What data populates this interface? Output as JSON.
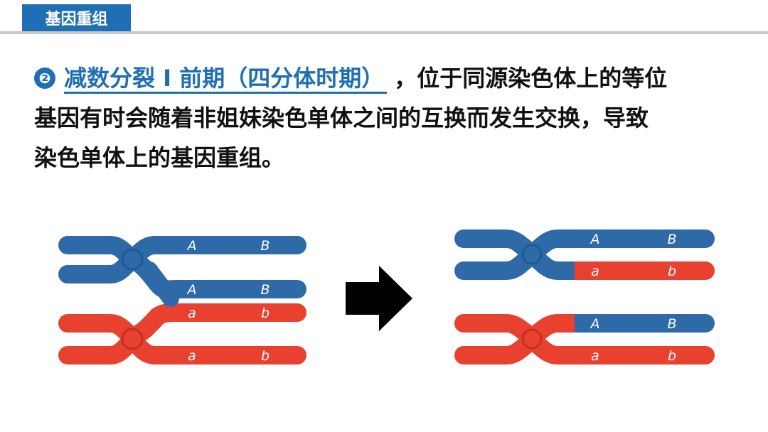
{
  "header": {
    "title": "基因重组"
  },
  "content": {
    "badge": "❷",
    "phase": "减数分裂 I 前期（四分体时期）",
    "line1_rest": "，位于同源染色体上的等位",
    "line2": "基因有时会随着非姐妹染色单体之间的互换而发生交换，导致",
    "line3": "染色单体上的基因重组。"
  },
  "diagram": {
    "colors": {
      "blue": "#2e6aa8",
      "red": "#e8412f"
    },
    "before": {
      "blue_top": [
        "A",
        "B"
      ],
      "blue_crossed": [
        "A",
        "B"
      ],
      "red_crossed": [
        "a",
        "b"
      ],
      "red_bottom": [
        "a",
        "b"
      ]
    },
    "after": {
      "blue_top": [
        "A",
        "B"
      ],
      "blue_recombinant": [
        "a",
        "b"
      ],
      "red_recombinant": [
        "A",
        "B"
      ],
      "red_bottom": [
        "a",
        "b"
      ]
    }
  }
}
